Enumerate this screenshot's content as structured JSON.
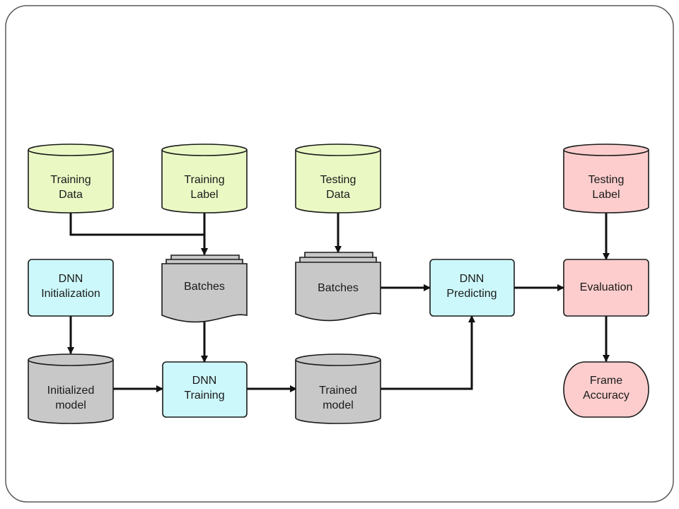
{
  "colors": {
    "green": "#eaf9c4",
    "gray": "#c8c8c8",
    "cyan": "#cdf8fb",
    "pink": "#fdcdcd",
    "stroke": "#1a1a1a",
    "frame": "#5a5a5a"
  },
  "nodes": {
    "training_data": {
      "line1": "Training",
      "line2": "Data",
      "shape": "cylinder",
      "color": "green"
    },
    "training_label": {
      "line1": "Training",
      "line2": "Label",
      "shape": "cylinder",
      "color": "green"
    },
    "testing_data": {
      "line1": "Testing",
      "line2": "Data",
      "shape": "cylinder",
      "color": "green"
    },
    "testing_label": {
      "line1": "Testing",
      "line2": "Label",
      "shape": "cylinder",
      "color": "pink"
    },
    "dnn_initialization": {
      "line1": "DNN",
      "line2": "Initialization",
      "shape": "rounded-rect",
      "color": "cyan"
    },
    "batches_train": {
      "label": "Batches",
      "shape": "multi-document",
      "color": "gray"
    },
    "batches_test": {
      "label": "Batches",
      "shape": "multi-document",
      "color": "gray"
    },
    "dnn_predicting": {
      "line1": "DNN",
      "line2": "Predicting",
      "shape": "rounded-rect",
      "color": "cyan"
    },
    "evaluation": {
      "label": "Evaluation",
      "shape": "rounded-rect",
      "color": "pink"
    },
    "initialized_model": {
      "line1": "Initialized",
      "line2": "model",
      "shape": "cylinder",
      "color": "gray"
    },
    "dnn_training": {
      "line1": "DNN",
      "line2": "Training",
      "shape": "rounded-rect",
      "color": "cyan"
    },
    "trained_model": {
      "line1": "Trained",
      "line2": "model",
      "shape": "cylinder",
      "color": "gray"
    },
    "frame_accuracy": {
      "line1": "Frame",
      "line2": "Accuracy",
      "shape": "terminator",
      "color": "pink"
    }
  },
  "edges": [
    {
      "from": "training_data",
      "to": "batches_train"
    },
    {
      "from": "training_label",
      "to": "batches_train"
    },
    {
      "from": "testing_data",
      "to": "batches_test"
    },
    {
      "from": "testing_label",
      "to": "evaluation"
    },
    {
      "from": "dnn_initialization",
      "to": "initialized_model"
    },
    {
      "from": "batches_train",
      "to": "dnn_training"
    },
    {
      "from": "initialized_model",
      "to": "dnn_training"
    },
    {
      "from": "dnn_training",
      "to": "trained_model"
    },
    {
      "from": "trained_model",
      "to": "dnn_predicting"
    },
    {
      "from": "batches_test",
      "to": "dnn_predicting"
    },
    {
      "from": "dnn_predicting",
      "to": "evaluation"
    },
    {
      "from": "evaluation",
      "to": "frame_accuracy"
    }
  ]
}
